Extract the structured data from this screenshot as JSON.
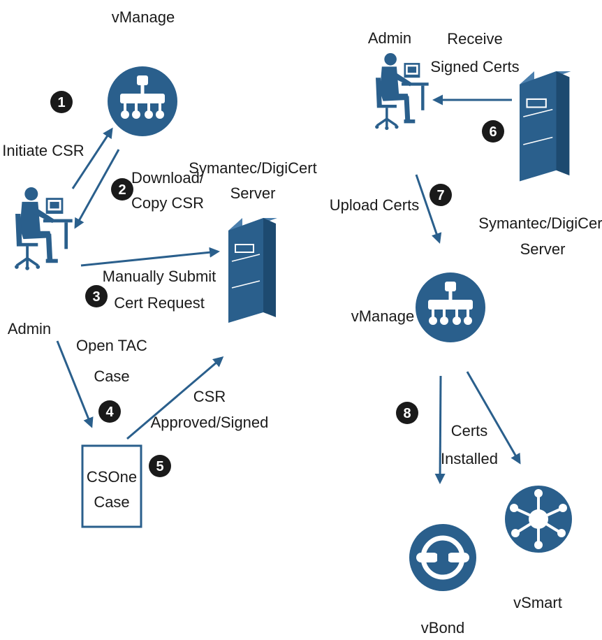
{
  "colors": {
    "primary": "#2a5f8c",
    "primary_dark": "#1d4a70",
    "step_badge": "#1a1a1a",
    "text": "#1a1a1a"
  },
  "nodes": {
    "vmanage_left": "vManage",
    "admin_left": "Admin",
    "server_left": [
      "Symantec/DigiCert",
      "Server"
    ],
    "csone_case": [
      "CSOne",
      "Case"
    ],
    "admin_right": "Admin",
    "server_right": [
      "Symantec/DigiCert",
      "Server"
    ],
    "vmanage_right": "vManage",
    "vbond": "vBond",
    "vsmart": "vSmart"
  },
  "steps": [
    {
      "number": "1",
      "label": [
        "Initiate CSR"
      ]
    },
    {
      "number": "2",
      "label": [
        "Download/",
        "Copy CSR"
      ]
    },
    {
      "number": "3",
      "label": [
        "Manually Submit",
        "Cert Request"
      ]
    },
    {
      "number": "4",
      "label": [
        "Open TAC",
        "Case"
      ]
    },
    {
      "number": "5",
      "label": [
        "CSR",
        "Approved/Signed"
      ]
    },
    {
      "number": "6",
      "label": [
        "Receive",
        "Signed Certs"
      ]
    },
    {
      "number": "7",
      "label": [
        "Upload Certs"
      ]
    },
    {
      "number": "8",
      "label": [
        "Certs",
        "Installed"
      ]
    }
  ],
  "icons": {
    "vmanage": "vmanage-icon",
    "admin": "admin-person-icon",
    "server": "server-icon",
    "vbond": "vbond-icon",
    "vsmart": "vsmart-icon"
  }
}
